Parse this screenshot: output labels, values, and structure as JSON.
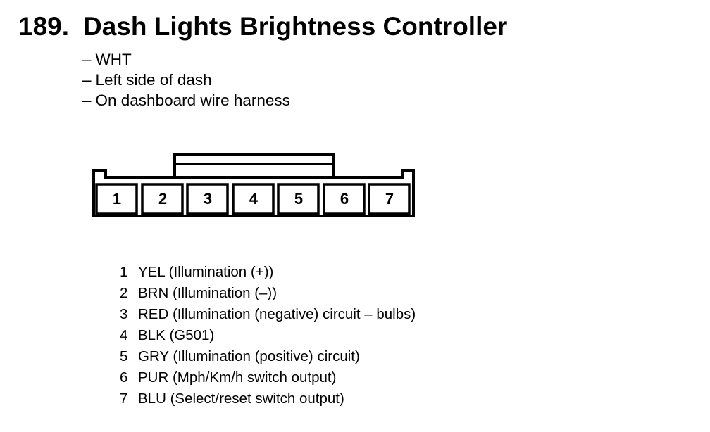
{
  "title": {
    "number": "189.",
    "text": "Dash Lights Brightness Controller"
  },
  "details": [
    {
      "dash": "–",
      "text": "WHT"
    },
    {
      "dash": "–",
      "text": "Left side of dash"
    },
    {
      "dash": "–",
      "text": "On dashboard wire harness"
    }
  ],
  "connector": {
    "pins": [
      "1",
      "2",
      "3",
      "4",
      "5",
      "6",
      "7"
    ]
  },
  "pin_list": [
    {
      "num": "1",
      "desc": "YEL (Illumination (+))"
    },
    {
      "num": "2",
      "desc": "BRN (Illumination (–))"
    },
    {
      "num": "3",
      "desc": "RED (Illumination (negative) circuit – bulbs)"
    },
    {
      "num": "4",
      "desc": "BLK (G501)"
    },
    {
      "num": "5",
      "desc": "GRY (Illumination (positive) circuit)"
    },
    {
      "num": "6",
      "desc": "PUR (Mph/Km/h switch output)"
    },
    {
      "num": "7",
      "desc": "BLU (Select/reset switch output)"
    }
  ]
}
